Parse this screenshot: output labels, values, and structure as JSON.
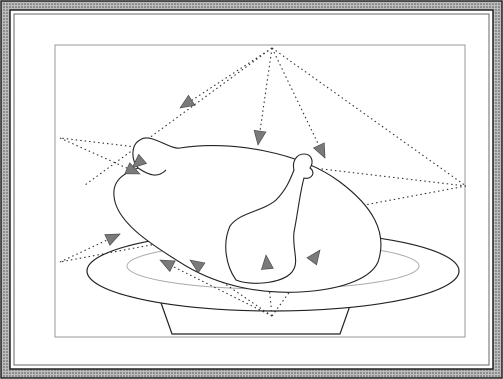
{
  "figure": {
    "subject": "turkey-on-platter",
    "frame_style": "double-border",
    "colors": {
      "background": "#ffffff",
      "frame_dark": "#333333",
      "frame_mid": "#888888",
      "line": "#222222",
      "dotted_ray": "#333333",
      "arrowhead": "#777777",
      "inner_border": "#999999"
    },
    "light_sources": [
      {
        "name": "top-light-source",
        "arrow_count": 4
      },
      {
        "name": "right-light-source",
        "arrow_count": 0
      },
      {
        "name": "bottom-light-source",
        "arrow_count": 4
      },
      {
        "name": "left-light-source",
        "arrow_count": 2
      }
    ]
  }
}
